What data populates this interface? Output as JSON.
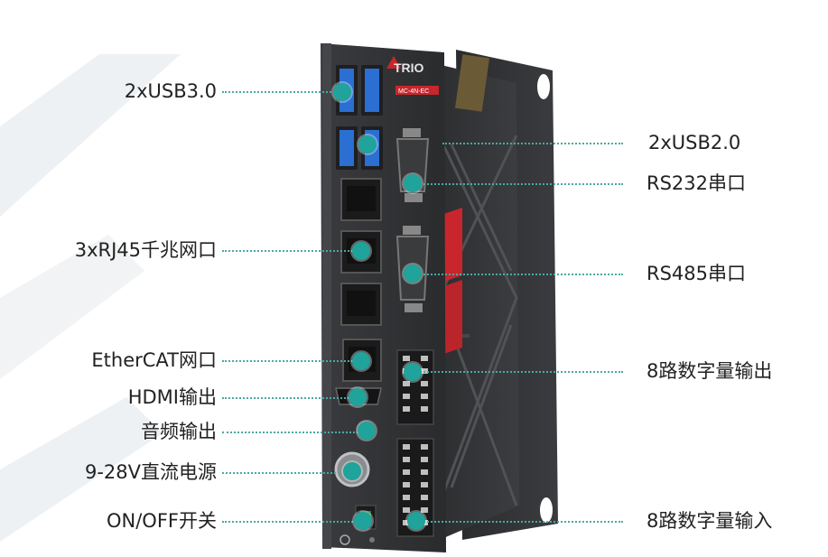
{
  "callouts": {
    "usb3": "2xUSB3.0",
    "rj45": "3xRJ45千兆网口",
    "ethercat": "EtherCAT网口",
    "hdmi": "HDMI输出",
    "audio": "音频输出",
    "power": "9-28V直流电源",
    "onoff": "ON/OFF开关",
    "usb2": "2xUSB2.0",
    "rs232": "RS232串口",
    "rs485": "RS485串口",
    "do8": "8路数字量输出",
    "di8": "8路数字量输入"
  },
  "device": {
    "brand": "TRIO",
    "model": "MC-4N-EC"
  },
  "colors": {
    "accent_teal": "#1fa39b",
    "leader_teal": "#4aa9a4",
    "device_body": "#2d2e30",
    "usb_blue": "#2a6fd1",
    "relief_red": "#c8262c"
  }
}
